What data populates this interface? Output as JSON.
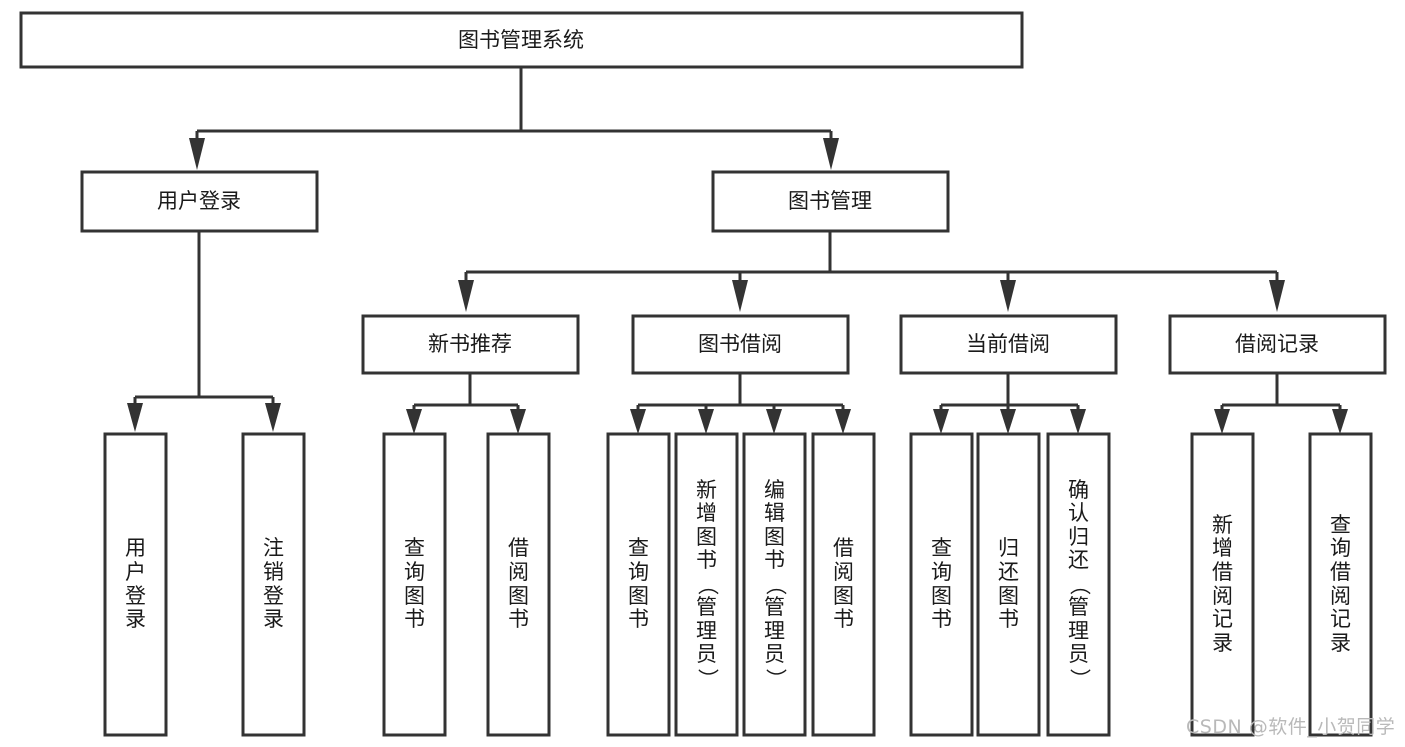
{
  "diagram": {
    "type": "tree",
    "title": "图书管理系统",
    "orientation": "top-down",
    "colors": {
      "box_stroke": "#333333",
      "box_fill": "#ffffff",
      "text": "#1a1a1a",
      "watermark": "#b9b9b9"
    },
    "levels": {
      "level1_label": "图书管理系统",
      "level2": [
        {
          "label": "用户登录"
        },
        {
          "label": "图书管理"
        }
      ],
      "level3": [
        {
          "label": "新书推荐"
        },
        {
          "label": "图书借阅"
        },
        {
          "label": "当前借阅"
        },
        {
          "label": "借阅记录"
        }
      ]
    },
    "nodes": {
      "root": "图书管理系统",
      "user_login": "用户登录",
      "book_manage": "图书管理",
      "new_book_rec": "新书推荐",
      "book_borrow": "图书借阅",
      "current_borrow": "当前借阅",
      "borrow_record": "借阅记录",
      "leaf_user_login": "用户登录",
      "leaf_logout": "注销登录",
      "leaf_query_book_1": "查询图书",
      "leaf_borrow_book_1": "借阅图书",
      "leaf_query_book_2": "查询图书",
      "leaf_add_book_admin": "新增图书（管理员）",
      "leaf_edit_book_admin": "编辑图书（管理员）",
      "leaf_borrow_book_2": "借阅图书",
      "leaf_query_book_3": "查询图书",
      "leaf_return_book": "归还图书",
      "leaf_confirm_return_admin": "确认归还（管理员）",
      "leaf_add_record": "新增借阅记录",
      "leaf_query_record": "查询借阅记录"
    },
    "edges": [
      {
        "from": "图书管理系统",
        "to": "用户登录"
      },
      {
        "from": "图书管理系统",
        "to": "图书管理"
      },
      {
        "from": "用户登录",
        "to": "用户登录"
      },
      {
        "from": "用户登录",
        "to": "注销登录"
      },
      {
        "from": "图书管理",
        "to": "新书推荐"
      },
      {
        "from": "图书管理",
        "to": "图书借阅"
      },
      {
        "from": "图书管理",
        "to": "当前借阅"
      },
      {
        "from": "图书管理",
        "to": "借阅记录"
      },
      {
        "from": "新书推荐",
        "to": "查询图书"
      },
      {
        "from": "新书推荐",
        "to": "借阅图书"
      },
      {
        "from": "图书借阅",
        "to": "查询图书"
      },
      {
        "from": "图书借阅",
        "to": "新增图书（管理员）"
      },
      {
        "from": "图书借阅",
        "to": "编辑图书（管理员）"
      },
      {
        "from": "图书借阅",
        "to": "借阅图书"
      },
      {
        "from": "当前借阅",
        "to": "查询图书"
      },
      {
        "from": "当前借阅",
        "to": "归还图书"
      },
      {
        "from": "当前借阅",
        "to": "确认归还（管理员）"
      },
      {
        "from": "借阅记录",
        "to": "新增借阅记录"
      },
      {
        "from": "借阅记录",
        "to": "查询借阅记录"
      }
    ]
  },
  "watermark": {
    "text": "CSDN @软件_小贺同学"
  }
}
